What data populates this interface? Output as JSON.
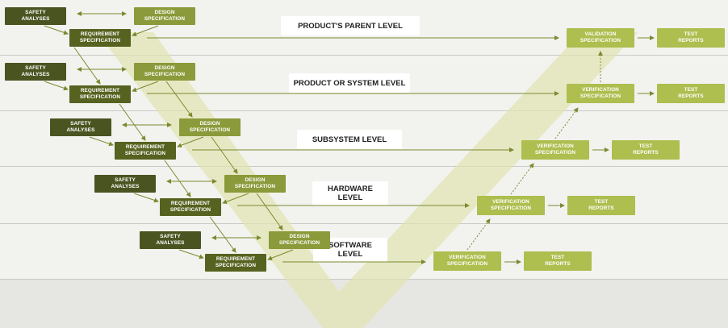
{
  "colors": {
    "background": "#e6e6e3",
    "band_light": "#f2f2ef",
    "divider": "#c9c9c5",
    "v_shape": "#e1e4b0",
    "arrow": "#7b8a2e",
    "safety_box": "#4a5421",
    "requirement_box": "#56621f",
    "design_box": "#8b9a3a",
    "verification_box": "#aebe4f"
  },
  "levels": [
    {
      "title": "PRODUCT'S PARENT LEVEL"
    },
    {
      "title": "PRODUCT OR SYSTEM LEVEL"
    },
    {
      "title": "SUBSYSTEM LEVEL"
    },
    {
      "title": "HARDWARE\nLEVEL"
    },
    {
      "title": "SOFTWARE\nLEVEL"
    }
  ],
  "labels": {
    "safety": "SAFETY\nANALYSES",
    "design": "DESIGN\nSPECIFICATION",
    "requirement": "REQUIREMENT\nSPECIFICATION",
    "validation": "VALIDATION\nSPECIFICATION",
    "verification": "VERIFICATION\nSPECIFICATION",
    "test": "TEST\nREPORTS"
  },
  "rows": [
    {
      "right_kind": "validation"
    },
    {
      "right_kind": "verification"
    },
    {
      "right_kind": "verification"
    },
    {
      "right_kind": "verification"
    },
    {
      "right_kind": "verification"
    }
  ]
}
